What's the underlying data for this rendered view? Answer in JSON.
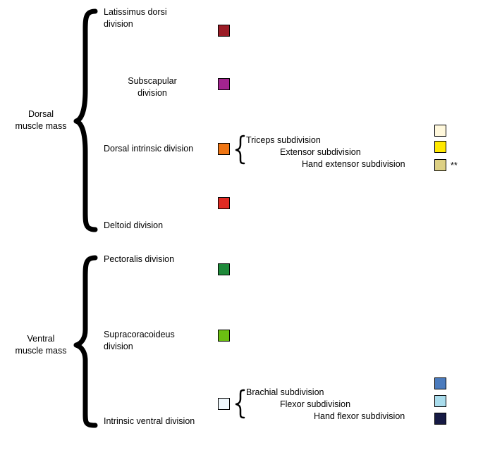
{
  "dorsal": {
    "group_label": "Dorsal\nmuscle mass",
    "divisions": [
      {
        "label": "Latissimus dorsi\ndivision",
        "color": "#9b1c26"
      },
      {
        "label": "Subscapular\ndivision",
        "color": "#a3248f"
      },
      {
        "label": "Dorsal intrinsic division",
        "color": "#ef7513"
      },
      {
        "label": "Deltoid division",
        "color": "#e02a22"
      }
    ],
    "subdivisions": [
      {
        "label": "Triceps subdivision",
        "color": "#fff8dc"
      },
      {
        "label": "Extensor subdivision",
        "color": "#ffe800"
      },
      {
        "label": "Hand extensor subdivision",
        "color": "#ddd084",
        "note": "**"
      }
    ]
  },
  "ventral": {
    "group_label": "Ventral\nmuscle mass",
    "divisions": [
      {
        "label": "Pectoralis division",
        "color": "#1f8a3a"
      },
      {
        "label": "Supracoracoideus\ndivision",
        "color": "#6bbf12"
      },
      {
        "label": "Intrinsic ventral division",
        "color": "#eef6fb"
      }
    ],
    "subdivisions": [
      {
        "label": "Brachial subdivision",
        "color": "#4b7bbd"
      },
      {
        "label": "Flexor subdivision",
        "color": "#a9dcec"
      },
      {
        "label": "Hand flexor subdivision",
        "color": "#161a44"
      }
    ]
  }
}
